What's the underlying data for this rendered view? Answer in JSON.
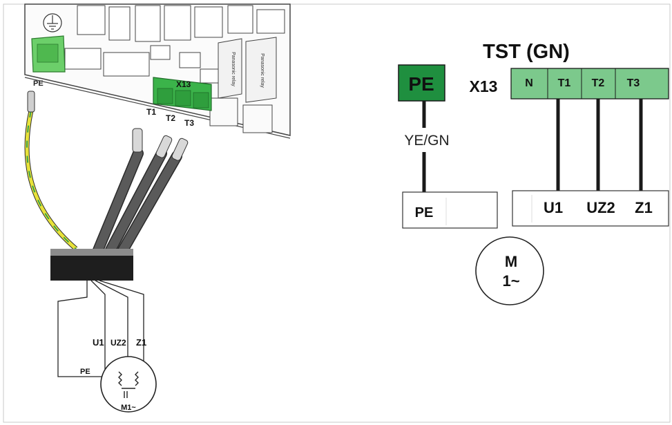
{
  "left_drawing": {
    "pe_wire_label": "PE",
    "connector_label": "X13",
    "terminal_labels": [
      "T1",
      "T2",
      "T3"
    ],
    "relay_labels": [
      "Panasonic relay",
      "Panasonic relay"
    ],
    "motor_lead_labels": [
      "U1",
      "UZ2",
      "Z1"
    ],
    "motor_pe_label": "PE",
    "motor_label": "M1~"
  },
  "schematic": {
    "title": "TST (GN)",
    "pe_terminal": "PE",
    "connector_id": "X13",
    "terminals": [
      "N",
      "T1",
      "T2",
      "T3"
    ],
    "wire_color_label": "YE/GN",
    "pe_block_label": "PE",
    "motor_leads": [
      "U1",
      "UZ2",
      "Z1"
    ],
    "motor_symbol_line1": "M",
    "motor_symbol_line2": "1~"
  },
  "colors": {
    "connector_green": "#2fa84a",
    "terminal_strip_green": "#7cc98c",
    "pe_dark_green": "#1f8f3f",
    "pe_wire_yellow": "#e8e23a",
    "pe_wire_green": "#3aa04a",
    "cable_gray": "#555555"
  }
}
